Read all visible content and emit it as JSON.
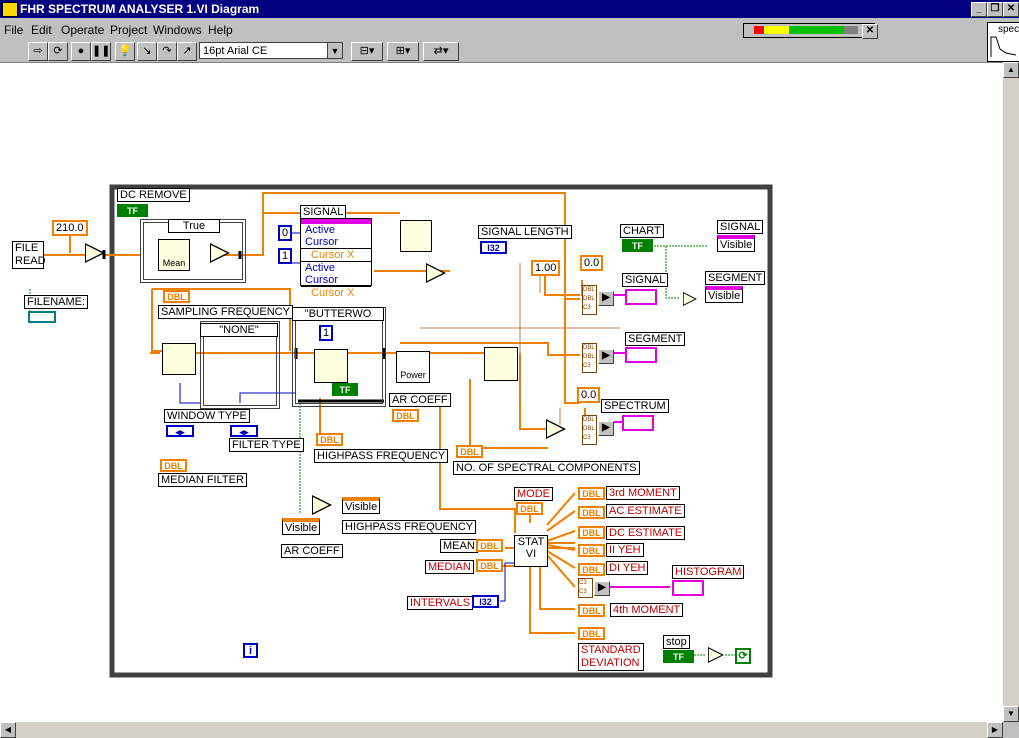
{
  "window": {
    "title": "FHR SPECTRUM ANALYSER 1.VI Diagram",
    "minimize": "_",
    "restore": "❐",
    "close": "✕"
  },
  "menu": [
    "File",
    "Edit",
    "Operate",
    "Project",
    "Windows",
    "Help"
  ],
  "toolbar": {
    "font": "16pt Arial CE"
  },
  "spec_icon": {
    "label": "spec"
  },
  "diagram": {
    "constants": {
      "c210": "210.0",
      "c0": "0",
      "c1": "1",
      "c100": "1.00",
      "c00a": "0.0",
      "c00b": "0.0",
      "c1b": "1"
    },
    "labels": {
      "file_read": "FILE READ",
      "filename": "FILENAME:",
      "dc_remove": "DC REMOVE",
      "case_true": "True",
      "mean": "Mean",
      "signal_attr": "SIGNAL",
      "active_cursor1": "Active Cursor",
      "cursor_x1": "Cursor X",
      "active_cursor2": "Active Cursor",
      "cursor_x2": "Cursor X",
      "signal_length": "SIGNAL LENGTH",
      "chart": "CHART",
      "signal_top": "SIGNAL",
      "visible_top": "Visible",
      "signal_ind": "SIGNAL",
      "segment_top": "SEGMENT",
      "visible_seg": "Visible",
      "sampling_freq": "SAMPLING FREQUENCY",
      "case_none": "\"NONE\"",
      "case_butter": "\"BUTTERWO",
      "segment_ind": "SEGMENT",
      "power": "Power",
      "ar_coeff": "AR COEFF",
      "spectrum": "SPECTRUM",
      "window_type": "WINDOW TYPE",
      "filter_type": "FILTER TYPE",
      "highpass_freq": "HIGHPASS FREQUENCY",
      "no_spectral": "NO. OF SPECTRAL COMPONENTS",
      "median_filter": "MEDIAN FILTER",
      "visible_hp": "Visible",
      "highpass_freq2": "HIGHPASS FREQUENCY",
      "visible_ar": "Visible",
      "ar_coeff2": "AR COEFF",
      "mode": "MODE",
      "third_moment": "3rd MOMENT",
      "ac_estimate": "AC ESTIMATE",
      "dc_estimate": "DC ESTIMATE",
      "ii_yeh": "II YEH",
      "di_yeh": "DI YEH",
      "histogram": "HISTOGRAM",
      "mean_ind": "MEAN",
      "median": "MEDIAN",
      "intervals": "INTERVALS",
      "stat_vi": "STAT VI",
      "fourth_moment": "4th MOMENT",
      "std_dev": "STANDARD DEVIATION",
      "stop": "stop",
      "info": "i"
    },
    "types": {
      "dbl": "DBL",
      "i32": "I32",
      "tf": "TF"
    }
  }
}
